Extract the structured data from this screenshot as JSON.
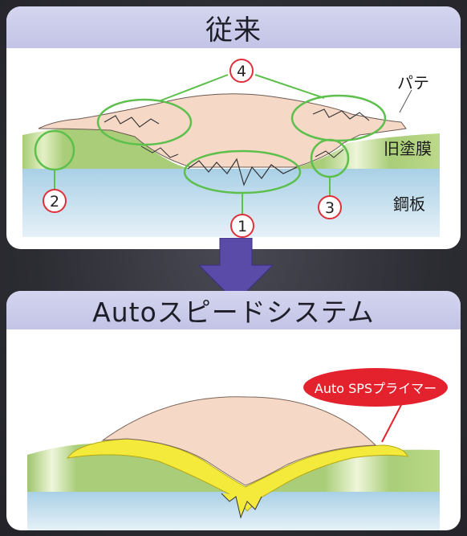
{
  "top_panel": {
    "title": "従来",
    "labels": {
      "putty": "パテ",
      "old_coating": "旧塗膜",
      "steel": "鋼板"
    },
    "markers": [
      "1",
      "2",
      "3",
      "4"
    ]
  },
  "bottom_panel": {
    "title": "Autoスピードシステム",
    "callout": "Auto SPSプライマー"
  },
  "colors": {
    "header": "#c8c9ea",
    "putty": "#f7d7c3",
    "old_coating": "#cfe3a6",
    "steel": "#b9d8ea",
    "primer": "#f3ea3a",
    "marker_ring": "#e0303a",
    "highlight_ring": "#5fbf4e",
    "arrow": "#5a4aa8",
    "callout": "#e4222e"
  }
}
